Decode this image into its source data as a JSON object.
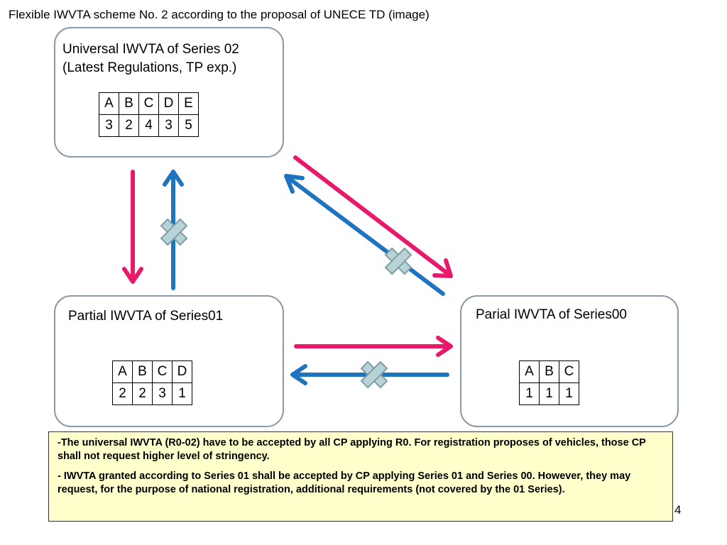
{
  "title": "Flexible IWVTA scheme No. 2 according to the proposal of UNECE TD (image)",
  "universal": {
    "label_line1": "Universal IWVTA  of Series 02",
    "label_line2": "(Latest Regulations, TP exp.)",
    "table": {
      "headers": [
        "A",
        "B",
        "C",
        "D",
        "E"
      ],
      "values": [
        "3",
        "2",
        "4",
        "3",
        "5"
      ]
    }
  },
  "partial01": {
    "label": "Partial IWVTA of Series01",
    "table": {
      "headers": [
        "A",
        "B",
        "C",
        "D"
      ],
      "values": [
        "2",
        "2",
        "3",
        "1"
      ]
    }
  },
  "partial00": {
    "label": "Parial IWVTA of Series00",
    "table": {
      "headers": [
        "A",
        "B",
        "C"
      ],
      "values": [
        "1",
        "1",
        "1"
      ]
    }
  },
  "colors": {
    "accept_arrow": "#e8196a",
    "reject_arrow": "#1f74c0",
    "cross_fill": "#b7d3d8",
    "cross_stroke": "#7f9ea4",
    "box_border": "#8a9aa6",
    "note_bg": "#ffffcc"
  },
  "icons": [
    "arrow-pink",
    "arrow-blue",
    "cross-icon"
  ],
  "note": {
    "paragraph1": "-The universal IWVTA (R0-02) have to be accepted by all CP applying R0. For registration proposes of vehicles, those CP  shall not request higher level of stringency.",
    "paragraph2": "- IWVTA granted according to Series 01 shall be accepted by CP applying Series 01 and Series 00. However, they may request, for the purpose of national registration, additional requirements (not covered by the 01 Series)."
  },
  "page_number": "4"
}
